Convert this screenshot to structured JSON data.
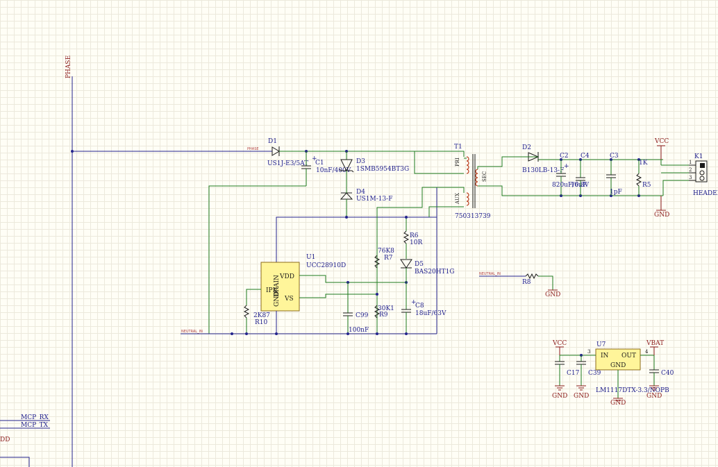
{
  "nets": {
    "phase_vertical": "PHASE",
    "phase_small": "PHASE",
    "neutral_in_small": "NEUTRAL_IN",
    "neutral_bottom": "NEUTRAL_IN",
    "mcp_rx": "MCP_RX",
    "mcp_tx": "MCP_TX",
    "vdd_left": "DD"
  },
  "components": {
    "d1": {
      "ref": "D1",
      "value": "US1J-E3/5AT"
    },
    "c1": {
      "ref": "C1",
      "value": "10nF/400V"
    },
    "d3": {
      "ref": "D3",
      "value": "1SMB5954BT3G"
    },
    "d4": {
      "ref": "D4",
      "value": "US1M-13-F"
    },
    "t1": {
      "ref": "T1",
      "value": "750313739",
      "pri": "PRI",
      "sec": "SEC",
      "aux": "AUX"
    },
    "d2": {
      "ref": "D2",
      "value": "B130LB-13-F"
    },
    "c2": {
      "ref": "C2",
      "value": "820uF/6.3V"
    },
    "c4": {
      "ref": "C4",
      "value": "10uF"
    },
    "c3": {
      "ref": "C3",
      "value": "1pF"
    },
    "r5": {
      "ref": "R5",
      "value": "1K"
    },
    "k1": {
      "ref": "K1",
      "value": "HEADER",
      "pins": [
        "1",
        "2",
        "3"
      ]
    },
    "r6": {
      "ref": "R6",
      "value": "10R"
    },
    "r7": {
      "ref": "R7",
      "value": "76K8"
    },
    "d5": {
      "ref": "D5",
      "value": "BAS20HT1G"
    },
    "u1": {
      "ref": "U1",
      "value": "UCC28910D",
      "pins": {
        "vdd": "VDD",
        "drain": "DRAIN",
        "ipk": "IPK",
        "gnd": "GND",
        "vs": "VS"
      }
    },
    "r10": {
      "ref": "R10",
      "value": "2K87"
    },
    "c99": {
      "ref": "C99",
      "value": "100nF"
    },
    "r9": {
      "ref": "R9",
      "value": "30K1"
    },
    "c8": {
      "ref": "C8",
      "value": "18uF/63V"
    },
    "r8": {
      "ref": "R8",
      "value": ""
    },
    "u7": {
      "ref": "U7",
      "value": "LM1117DTX-3.3/NOPB",
      "pins": {
        "in": "IN",
        "out": "OUT",
        "gnd": "GND",
        "n3": "3",
        "n4": "4"
      }
    },
    "c17": {
      "ref": "C17",
      "value": ""
    },
    "c39": {
      "ref": "C39",
      "value": ""
    },
    "c40": {
      "ref": "C40",
      "value": ""
    }
  },
  "power": {
    "vcc": "VCC",
    "gnd": "GND",
    "vbat": "VBAT"
  },
  "colors": {
    "wire": "#1e7a1e",
    "net_wire": "#23238c",
    "ic_fill": "#fff59a",
    "power": "#8b1a1a",
    "label": "#1c1c8c",
    "grid": "#ece9dc"
  }
}
